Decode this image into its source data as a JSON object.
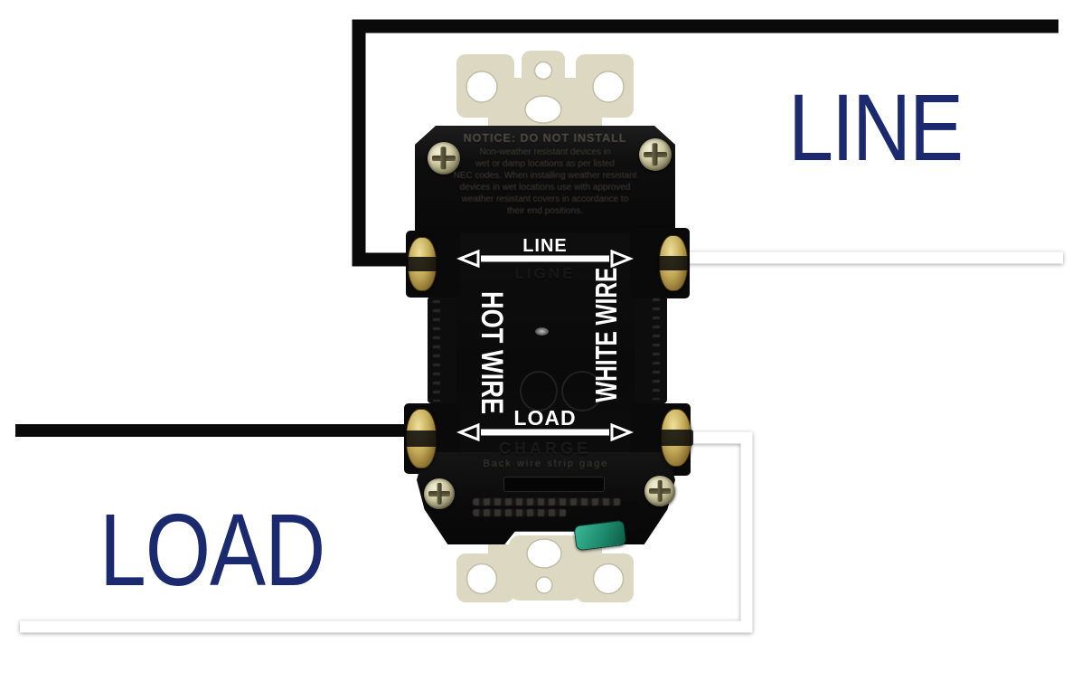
{
  "meta": {
    "description": "Back view of a GFCI receptacle wiring diagram showing black hot wires and white neutral wires connected to the LINE terminals (top) and LOAD terminals (bottom)"
  },
  "colors": {
    "background": "#ffffff",
    "label_navy": "#1b2a6e",
    "wire_black": "#0a0a0a",
    "wire_white": "#ffffff",
    "wire_white_shadow": "#9a9a9a",
    "device_black": "#0c0c0c",
    "strap_beige": "#ddd8c2",
    "brass_terminal": "#c2a957",
    "ground_screw_green": "#1d8a6c"
  },
  "big_labels": {
    "line": "LINE",
    "load": "LOAD"
  },
  "device": {
    "front_labels": {
      "line": "LINE",
      "load": "LOAD",
      "hot_wire": "HOT WIRE",
      "white_wire": "WHITE WIRE"
    },
    "embossed": {
      "notice_title": "NOTICE: DO NOT INSTALL",
      "notice_lines": [
        "Non-weather resistant devices in",
        "wet or damp locations as per listed",
        "NEC codes. When installing weather resistant",
        "devices in wet locations use with approved",
        "weather resistant covers in accordance to",
        "their end positions."
      ],
      "line_french": "LIGNE",
      "load_french": "CHARGE",
      "strip_gage": "Back wire strip gage"
    }
  },
  "wires": {
    "line_hot": {
      "color": "black"
    },
    "line_neutral": {
      "color": "white"
    },
    "load_hot": {
      "color": "black"
    },
    "load_neutral": {
      "color": "white"
    }
  }
}
